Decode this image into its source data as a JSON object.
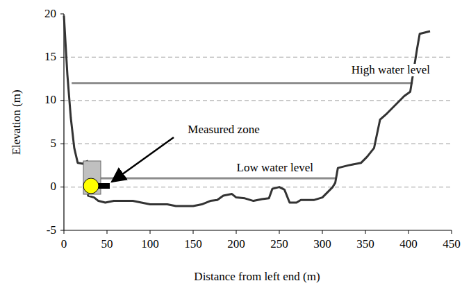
{
  "diagram": {
    "labels": [
      "20",
      "15",
      "10",
      "5",
      "0",
      "-5",
      "0",
      "50",
      "100",
      "150",
      "200",
      "250",
      "300",
      "350",
      "400",
      "450",
      "Elevation (m)",
      "Distance from left end (m)",
      "High water level",
      "Low water level",
      "Measured zone"
    ]
  }
}
